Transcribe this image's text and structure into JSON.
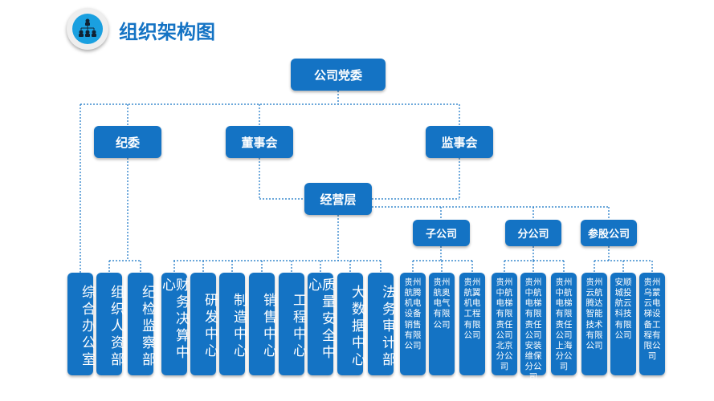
{
  "title": "组织架构图",
  "icon": "org-chart-icon",
  "colors": {
    "box": "#1473c4",
    "line": "#1473c4",
    "icon_bg": "#1aa0e0"
  },
  "nodes": {
    "party": "公司党委",
    "discipline": "纪委",
    "board": "董事会",
    "supervisors": "监事会",
    "management": "经营层",
    "subsidiaries": "子公司",
    "branches": "分公司",
    "affiliates": "参股公司"
  },
  "departments": [
    "综合办公室",
    "组织人资部",
    "纪检监察部",
    "财务决算中心",
    "研发中心",
    "制造中心",
    "销售中心",
    "工程中心",
    "质量安全中心",
    "大数据中心",
    "法务审计部"
  ],
  "companies": [
    "贵州航腾机电设备销售有限公司",
    "贵州航奥电气有限公司",
    "贵州航翼机电工程有限公司",
    "贵州中航电梯有限责任公司北京分公司",
    "贵州中航电梯有限责任公司安装维保分公司",
    "贵州中航电梯有限责任公司上海分公司",
    "贵州云航腾达智能技术有限公司",
    "安顺城投航云科技有限公司",
    "贵州乌蒙云电梯设备工程有限公司"
  ]
}
